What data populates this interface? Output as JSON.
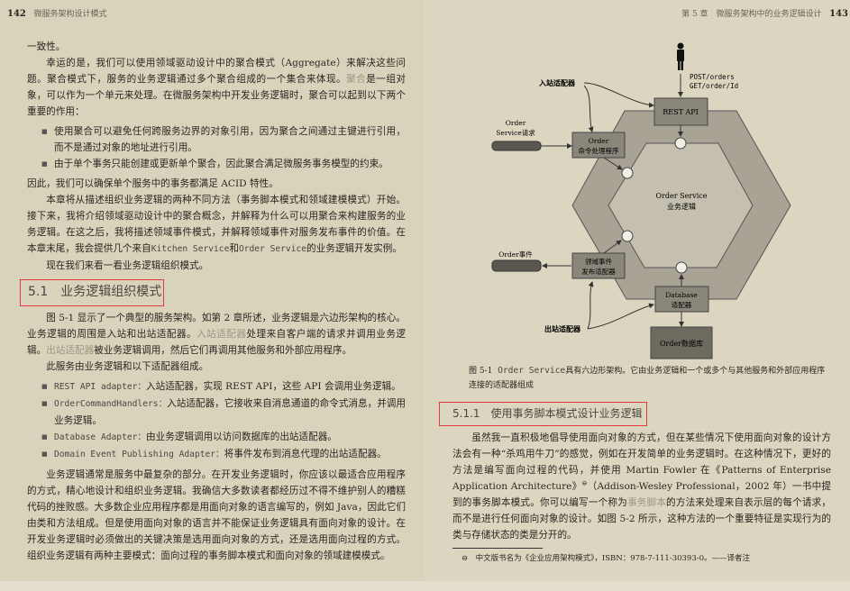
{
  "left_page": {
    "page_number": "142",
    "running_head": "微服务架构设计模式",
    "p1": "一致性。",
    "p2": "幸运的是，我们可以使用领域驱动设计中的聚合模式（Aggregate）来解决这些问题。聚合模式下，服务的业务逻辑通过多个聚合组成的一个集合来体现。",
    "p2_hl": "聚合",
    "p2_rest": "是一组对象，可以作为一个单元来处理。在微服务架构中开发业务逻辑时，聚合可以起到以下两个重要的作用：",
    "bullets1": [
      "使用聚合可以避免任何跨服务边界的对象引用，因为聚合之间通过主键进行引用，而不是通过对象的地址进行引用。",
      "由于单个事务只能创建或更新单个聚合，因此聚合满足微服务事务模型的约束。"
    ],
    "p3": "因此，我们可以确保单个服务中的事务都满足 ACID 特性。",
    "p4a": "本章将从描述组织业务逻辑的两种不同方法（事务脚本模式和领域建模模式）开始。接下来，我将介绍领域驱动设计中的聚合概念，并解释为什么可以用聚合来构建服务的业务逻辑。在这之后，我将描述领域事件模式，并解释领域事件对服务发布事件的价值。在本章末尾，我会提供几个来自",
    "p4_code1": "Kitchen Service",
    "p4b": "和",
    "p4_code2": "Order Service",
    "p4c": "的业务逻辑开发实例。",
    "p5": "现在我们来看一看业务逻辑组织模式。",
    "section_heading": "5.1　业务逻辑组织模式",
    "p6a": "图 5-1 显示了一个典型的服务架构。如第 2 章所述，业务逻辑是六边形架构的核心。业务逻辑的周围是入站和出站适配器。",
    "p6_hl1": "入站适配器",
    "p6b": "处理来自客户端的请求并调用业务逻辑。",
    "p6_hl2": "出站适配器",
    "p6c": "被业务逻辑调用，然后它们再调用其他服务和外部应用程序。",
    "p7": "此服务由业务逻辑和以下适配器组成。",
    "bullets2": [
      {
        "code": "REST API adapter：",
        "text": "入站适配器，实现 REST API，这些 API 会调用业务逻辑。"
      },
      {
        "code": "OrderCommandHandlers：",
        "text": "入站适配器，它接收来自消息通道的命令式消息，并调用业务逻辑。"
      },
      {
        "code": "Database Adapter：",
        "text": "由业务逻辑调用以访问数据库的出站适配器。"
      },
      {
        "code": "Domain Event Publishing Adapter：",
        "text": "将事件发布到消息代理的出站适配器。"
      }
    ],
    "p8": "业务逻辑通常是服务中最复杂的部分。在开发业务逻辑时，你应该以最适合应用程序的方式，精心地设计和组织业务逻辑。我确信大多数读者都经历过不得不维护别人的糟糕代码的挫败感。大多数企业应用程序都是用面向对象的语言编写的，例如 Java，因此它们由类和方法组成。但是使用面向对象的语言并不能保证业务逻辑具有面向对象的设计。在开发业务逻辑时必须做出的关键决策是选用面向对象的方式，还是选用面向过程的方式。组织业务逻辑有两种主要模式：面向过程的事务脚本模式和面向对象的领域建模模式。"
  },
  "right_page": {
    "page_number": "143",
    "running_head": "第 5 章　微服务架构中的业务逻辑设计",
    "diagram": {
      "request_lines": [
        "POST/orders",
        "GET/order/Id"
      ],
      "inbound_label": "入站适配器",
      "outbound_label": "出站适配器",
      "rest_api": "REST API",
      "command_handler": [
        "Order",
        "命令处理程序"
      ],
      "command_channel": [
        "Order",
        "Service请求"
      ],
      "core": [
        "Order Service",
        "业务逻辑"
      ],
      "event_adapter": [
        "领域事件",
        "发布适配器"
      ],
      "event_channel": "Order事件",
      "db_adapter": [
        "Database",
        "适配器"
      ],
      "database": "Order数据库"
    },
    "caption_label": "图 5-1",
    "caption_code": "Order Service",
    "caption_text": "具有六边形架构。它由业务逻辑和一个或多个与其他服务和外部应用程序连接的适配器组成",
    "section_heading": "5.1.1　使用事务脚本模式设计业务逻辑",
    "p1a": "虽然我一直积极地倡导使用面向对象的方式，但在某些情况下使用面向对象的设计方法会有一种“杀鸡用牛刀”的感觉，例如在开发简单的业务逻辑时。在这种情况下，更好的方法是编写面向过程的代码，并使用 Martin Fowler 在《Patterns of Enterprise Application Architecture》",
    "p1_fnmark": "⊖",
    "p1b": "（Addison-Wesley Professional，2002 年）一书中提到的事务脚本模式。你可以编写一个称为",
    "p1_hl": "事务脚本",
    "p1c": "的方法来处理来自表示层的每个请求，而不是进行任何面向对象的设计。如图 5-2 所示，这种方法的一个重要特征是实现行为的类与存储状态的类是分开的。",
    "footnote": "⊖　中文版书名为《企业应用架构模式》，ISBN：978-7-111-30393-0。——译者注"
  },
  "colors": {
    "highlight_box": "#e03a3a",
    "paper": "#d9d3bc",
    "hex_outer": "#a8a394",
    "hex_inner": "#c4bfae",
    "box": "#8a867a"
  }
}
